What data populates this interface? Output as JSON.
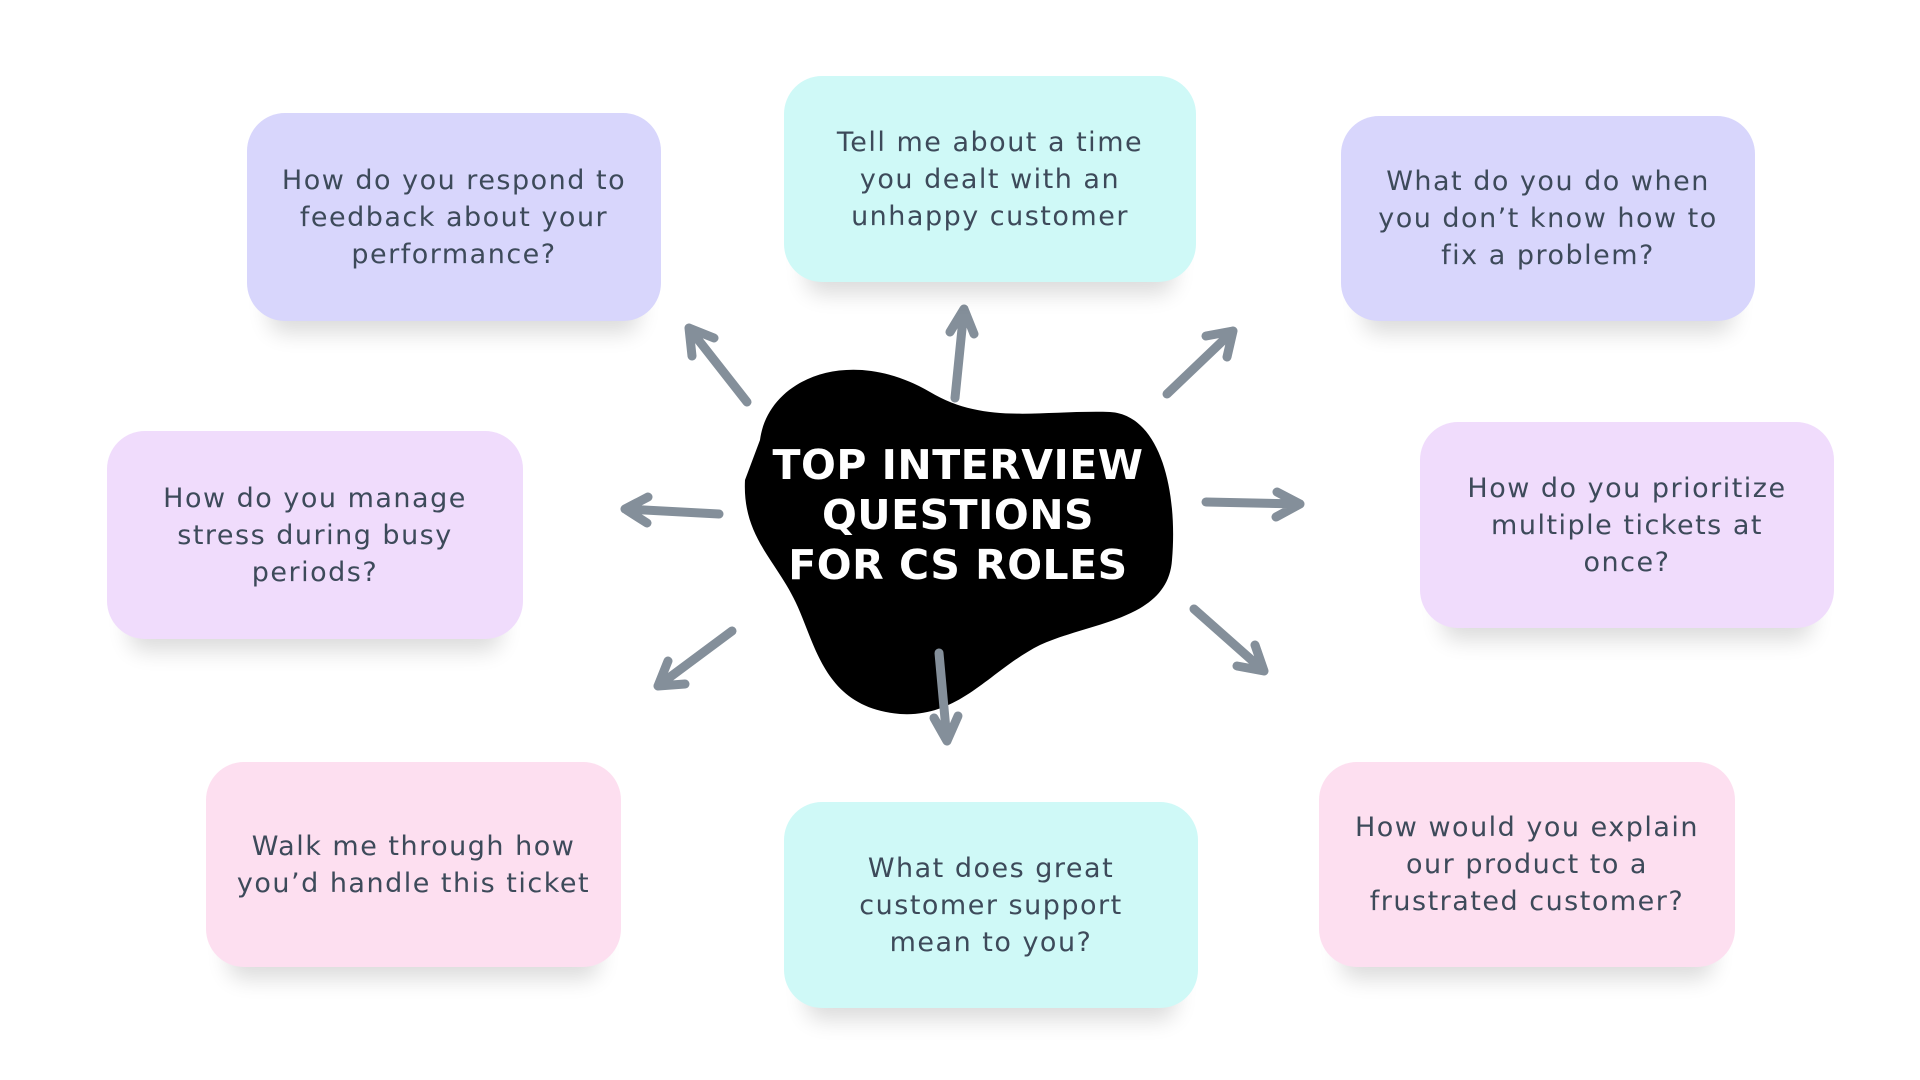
{
  "title": {
    "line1": "TOP INTERVIEW",
    "line2": "QUESTIONS",
    "line3": "FOR CS ROLES"
  },
  "colors": {
    "purple": "#d8d6fc",
    "cyan": "#cff9f7",
    "lavender": "#f0dcfc",
    "pink": "#fddff0",
    "arrow": "#848f9a",
    "text": "#3d4a5a",
    "blob": "#000000"
  },
  "questions": [
    "How do you respond to feedback about your performance?",
    "Tell me about a time you dealt with an unhappy customer",
    "What do you do when you don’t know how to fix a problem?",
    "How do you manage stress during busy periods?",
    "How do you prioritize multiple tickets at once?",
    "Walk me through how you’d handle this ticket",
    "What does great customer support mean to you?",
    "How would you explain our product to a frustrated customer?"
  ]
}
